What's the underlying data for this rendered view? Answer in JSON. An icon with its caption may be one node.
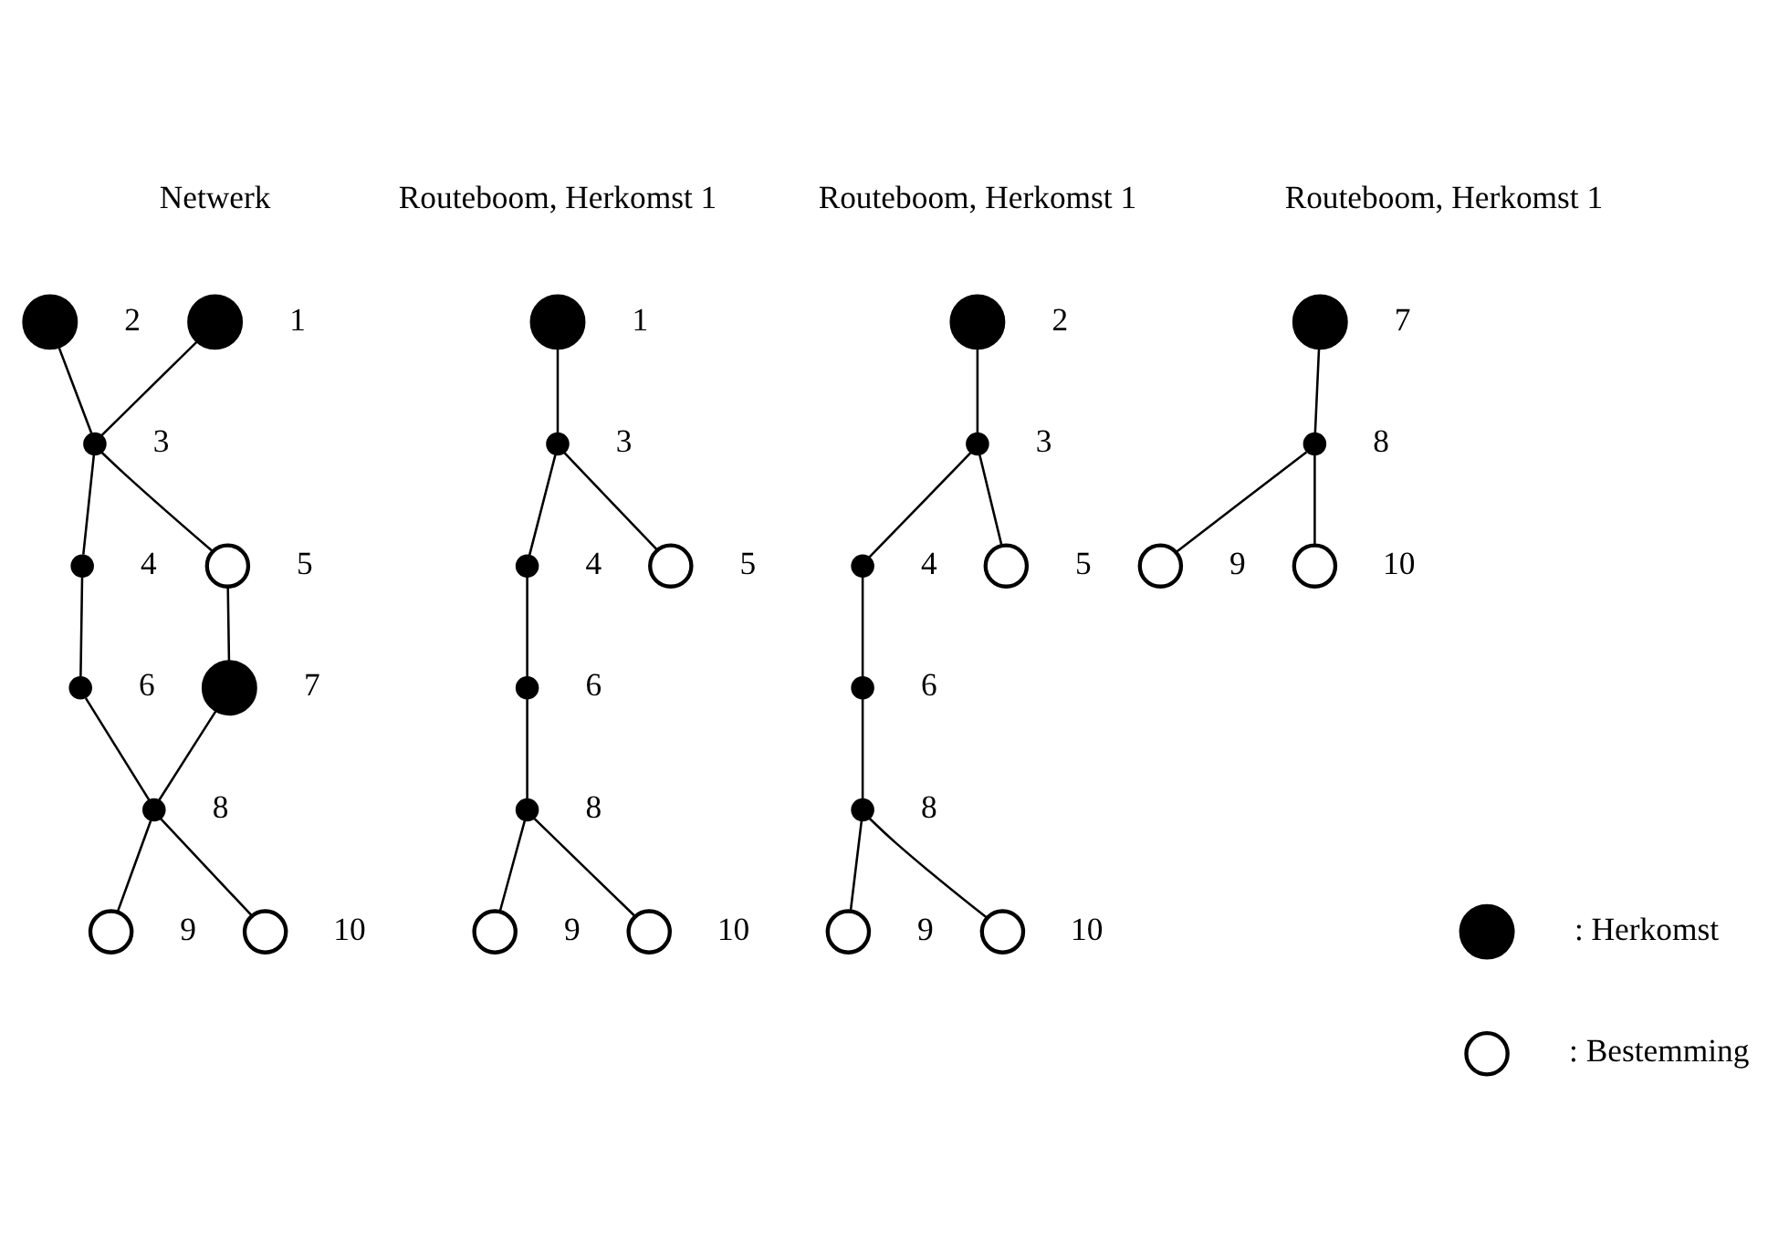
{
  "diagram": {
    "nodes": [
      {
        "text": [],
        "shape": "circle",
        "beside": [
          "1"
        ]
      },
      {
        "text": [],
        "shape": "circle",
        "beside": [
          "2"
        ]
      },
      {
        "text": [],
        "shape": "dot",
        "beside": [
          "3"
        ]
      },
      {
        "text": [],
        "shape": "dot",
        "beside": [
          "4"
        ]
      },
      {
        "text": [],
        "shape": "ring",
        "beside": [
          "5"
        ]
      },
      {
        "text": [],
        "shape": "dot",
        "beside": [
          "6"
        ]
      },
      {
        "text": [],
        "shape": "circle",
        "beside": [
          "7"
        ]
      },
      {
        "text": [],
        "shape": "dot",
        "beside": [
          "8"
        ]
      },
      {
        "text": [],
        "shape": "ring",
        "beside": [
          "9"
        ]
      },
      {
        "text": [],
        "shape": "ring",
        "beside": [
          "10"
        ]
      },
      {
        "text": [],
        "shape": "circle",
        "beside": [
          "1"
        ]
      },
      {
        "text": [],
        "shape": "dot",
        "beside": [
          "3"
        ]
      },
      {
        "text": [],
        "shape": "dot",
        "beside": [
          "4"
        ]
      },
      {
        "text": [],
        "shape": "ring",
        "beside": [
          "5"
        ]
      },
      {
        "text": [],
        "shape": "dot",
        "beside": [
          "6"
        ]
      },
      {
        "text": [],
        "shape": "dot",
        "beside": [
          "8"
        ]
      },
      {
        "text": [],
        "shape": "ring",
        "beside": [
          "9"
        ]
      },
      {
        "text": [],
        "shape": "ring",
        "beside": [
          "10"
        ]
      },
      {
        "text": [],
        "shape": "circle",
        "beside": [
          "2"
        ]
      },
      {
        "text": [],
        "shape": "dot",
        "beside": [
          "3"
        ]
      },
      {
        "text": [],
        "shape": "dot",
        "beside": [
          "4"
        ]
      },
      {
        "text": [],
        "shape": "ring",
        "beside": [
          "5"
        ]
      },
      {
        "text": [],
        "shape": "dot",
        "beside": [
          "6"
        ]
      },
      {
        "text": [],
        "shape": "dot",
        "beside": [
          "8"
        ]
      },
      {
        "text": [],
        "shape": "ring",
        "beside": [
          "9"
        ]
      },
      {
        "text": [],
        "shape": "ring",
        "beside": [
          "10"
        ]
      },
      {
        "text": [],
        "shape": "circle",
        "beside": [
          "7"
        ]
      },
      {
        "text": [],
        "shape": "dot",
        "beside": [
          "8"
        ]
      },
      {
        "text": [],
        "shape": "ring",
        "beside": [
          "9"
        ]
      },
      {
        "text": [],
        "shape": "ring",
        "beside": [
          "10"
        ]
      },
      {
        "text": [],
        "shape": "circle"
      },
      {
        "text": [],
        "shape": "ring"
      }
    ],
    "edges": [
      {
        "from": 0,
        "to": 2,
        "arrow": "none"
      },
      {
        "from": 1,
        "to": 2,
        "arrow": "none"
      },
      {
        "from": 2,
        "to": 3,
        "arrow": "none"
      },
      {
        "from": 2,
        "to": 4,
        "arrow": "none"
      },
      {
        "from": 3,
        "to": 5,
        "arrow": "none"
      },
      {
        "from": 4,
        "to": 6,
        "arrow": "none"
      },
      {
        "from": 5,
        "to": 7,
        "arrow": "none"
      },
      {
        "from": 6,
        "to": 7,
        "arrow": "none"
      },
      {
        "from": 7,
        "to": 8,
        "arrow": "none"
      },
      {
        "from": 7,
        "to": 9,
        "arrow": "none"
      },
      {
        "from": 10,
        "to": 11,
        "arrow": "none"
      },
      {
        "from": 11,
        "to": 12,
        "arrow": "none"
      },
      {
        "from": 11,
        "to": 13,
        "arrow": "none"
      },
      {
        "from": 12,
        "to": 14,
        "arrow": "none"
      },
      {
        "from": 14,
        "to": 15,
        "arrow": "none"
      },
      {
        "from": 15,
        "to": 16,
        "arrow": "none"
      },
      {
        "from": 15,
        "to": 17,
        "arrow": "none"
      },
      {
        "from": 18,
        "to": 19,
        "arrow": "none"
      },
      {
        "from": 19,
        "to": 20,
        "arrow": "none"
      },
      {
        "from": 19,
        "to": 21,
        "arrow": "none"
      },
      {
        "from": 20,
        "to": 22,
        "arrow": "none"
      },
      {
        "from": 22,
        "to": 23,
        "arrow": "none"
      },
      {
        "from": 23,
        "to": 24,
        "arrow": "none"
      },
      {
        "from": 23,
        "to": 25,
        "arrow": "none"
      },
      {
        "from": 26,
        "to": 27,
        "arrow": "none"
      },
      {
        "from": 27,
        "to": 28,
        "arrow": "none"
      },
      {
        "from": 27,
        "to": 29,
        "arrow": "none"
      }
    ],
    "labels": [
      "Netwerk",
      "Routeboom, Herkomst 1",
      "Routeboom, Herkomst 1",
      "Routeboom, Herkomst 1"
    ],
    "legend": [
      {
        "text": ": Herkomst"
      },
      {
        "text": ": Bestemming"
      }
    ]
  }
}
